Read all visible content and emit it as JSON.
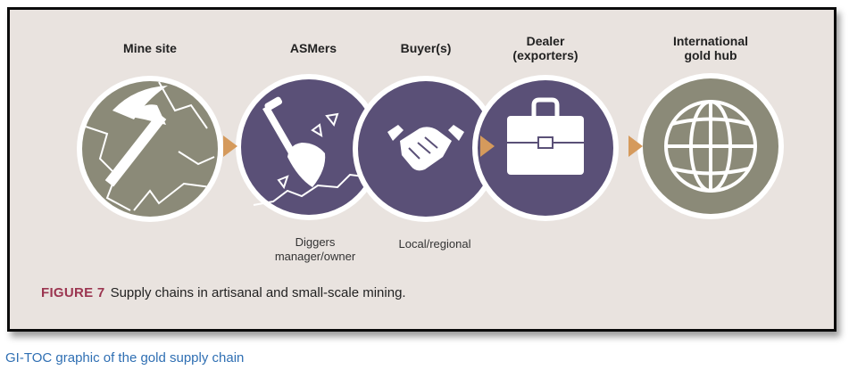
{
  "stages": [
    {
      "id": "mine-site",
      "title": [
        "Mine site"
      ],
      "subtitle": [],
      "icon": "pickaxe-icon",
      "fill": "#8b8a78"
    },
    {
      "id": "asmers",
      "title": [
        "ASMers"
      ],
      "subtitle": [
        "Diggers",
        "manager/owner"
      ],
      "icon": "shovel-icon",
      "fill": "#5a5077"
    },
    {
      "id": "buyers",
      "title": [
        "Buyer(s)"
      ],
      "subtitle": [
        "Local/regional"
      ],
      "icon": "handshake-icon",
      "fill": "#5a5077"
    },
    {
      "id": "dealer",
      "title": [
        "Dealer",
        "(exporters)"
      ],
      "subtitle": [],
      "icon": "briefcase-icon",
      "fill": "#5a5077"
    },
    {
      "id": "gold-hub",
      "title": [
        "International",
        "gold hub"
      ],
      "subtitle": [],
      "icon": "globe-icon",
      "fill": "#8b8a78"
    }
  ],
  "arrow_color": "#d59a5c",
  "figure": {
    "label": "FIGURE 7",
    "text": "Supply chains in artisanal and small-scale mining."
  },
  "footer": {
    "caption": "GI-TOC graphic of the gold supply chain"
  }
}
